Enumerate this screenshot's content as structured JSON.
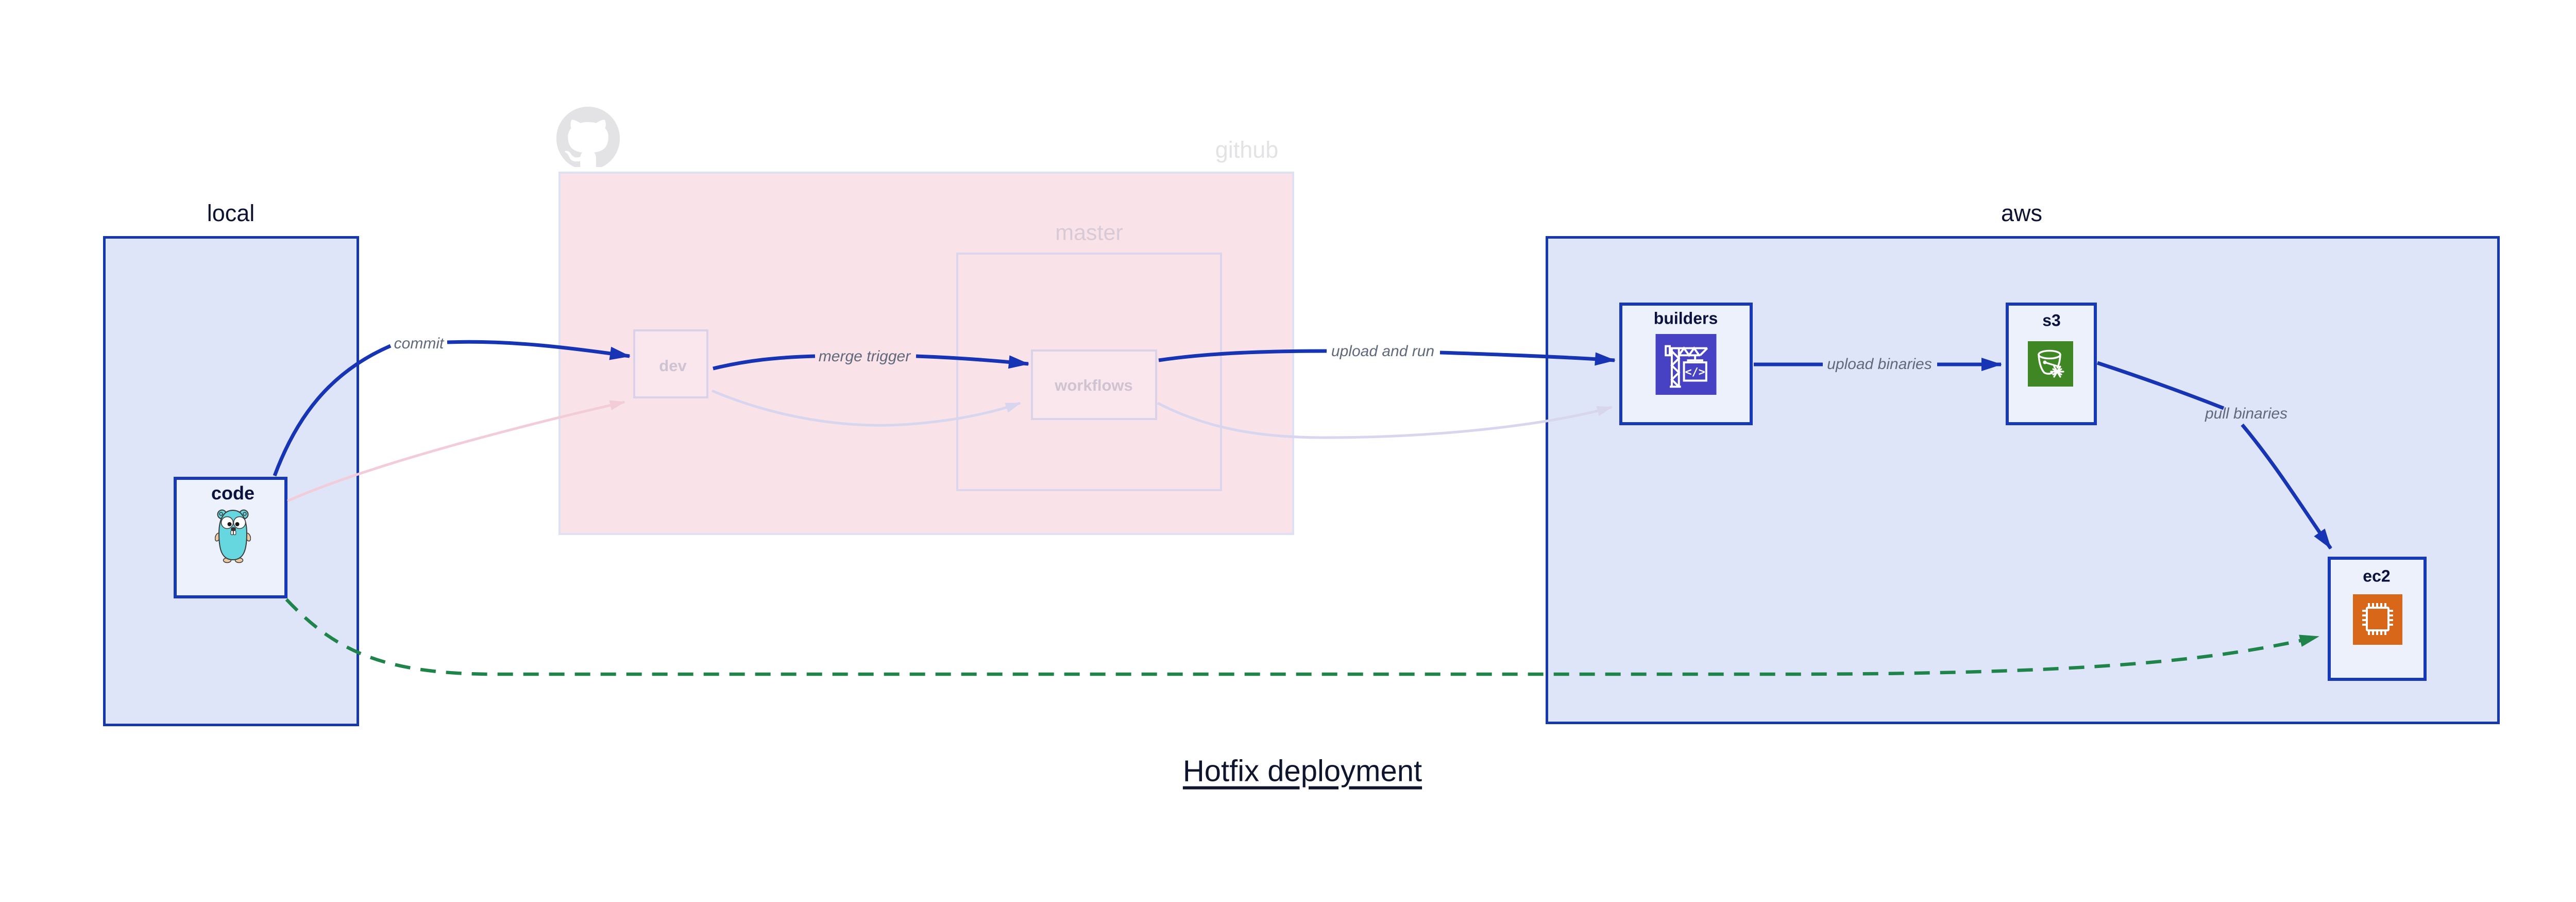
{
  "title": "Hotfix deployment",
  "groups": {
    "local": {
      "label": "local"
    },
    "github": {
      "label": "github",
      "icon": "github-octocat-logo"
    },
    "master": {
      "label": "master"
    },
    "aws": {
      "label": "aws"
    }
  },
  "nodes": {
    "code": {
      "label": "code",
      "icon": "go-gopher-icon",
      "group": "local"
    },
    "dev": {
      "label": "dev",
      "group": "github",
      "state": "faded"
    },
    "workflows": {
      "label": "workflows",
      "group": "github/master",
      "state": "faded"
    },
    "builders": {
      "label": "builders",
      "icon": "aws-codebuild-crane-icon",
      "group": "aws"
    },
    "s3": {
      "label": "s3",
      "icon": "aws-s3-bucket-icon",
      "group": "aws"
    },
    "ec2": {
      "label": "ec2",
      "icon": "aws-ec2-chip-icon",
      "group": "aws"
    }
  },
  "edges": {
    "commit": {
      "label": "commit",
      "from": "code",
      "to": "dev",
      "style": "solid-blue"
    },
    "merge_trigger": {
      "label": "merge trigger",
      "from": "dev",
      "to": "workflows",
      "style": "solid-blue"
    },
    "upload_and_run": {
      "label": "upload and run",
      "from": "workflows",
      "to": "builders",
      "style": "solid-blue"
    },
    "upload_binaries": {
      "label": "upload binaries",
      "from": "builders",
      "to": "s3",
      "style": "solid-blue"
    },
    "pull_binaries": {
      "label": "pull binaries",
      "from": "s3",
      "to": "ec2",
      "style": "solid-blue"
    },
    "hotfix_path": {
      "label": "",
      "from": "code",
      "to": "ec2",
      "style": "dashed-green"
    },
    "code_to_dev_faded": {
      "label": "",
      "from": "code",
      "to": "dev",
      "style": "faded-pink"
    },
    "dev_to_workflows_faded": {
      "label": "",
      "from": "dev",
      "to": "workflows",
      "style": "faded-lavender"
    },
    "workflows_to_builders_faded": {
      "label": "",
      "from": "workflows",
      "to": "builders",
      "style": "faded-lavender"
    }
  },
  "colors": {
    "arrow_blue": "#1634b4",
    "group_border_blue": "#1538ae",
    "group_fill_blue": "#dee5f8",
    "node_fill": "#edf1fb",
    "github_pink_fill": "#f9e3e8",
    "github_pink_border": "#dee0f3",
    "faded_border": "#dcd6ec",
    "faded_text": "#d0c3d1",
    "github_gray": "#e3e3e5",
    "edge_label_gray": "#60697b",
    "hotfix_green": "#1e8449",
    "faded_pink_line": "#f2cdd9",
    "faded_lavender_line": "#d8d5ee",
    "codebuild_indigo": "#4742c4",
    "s3_green": "#3f8624",
    "ec2_orange": "#d9671a",
    "gopher_teal": "#66d7de",
    "title_navy": "#10152e"
  }
}
